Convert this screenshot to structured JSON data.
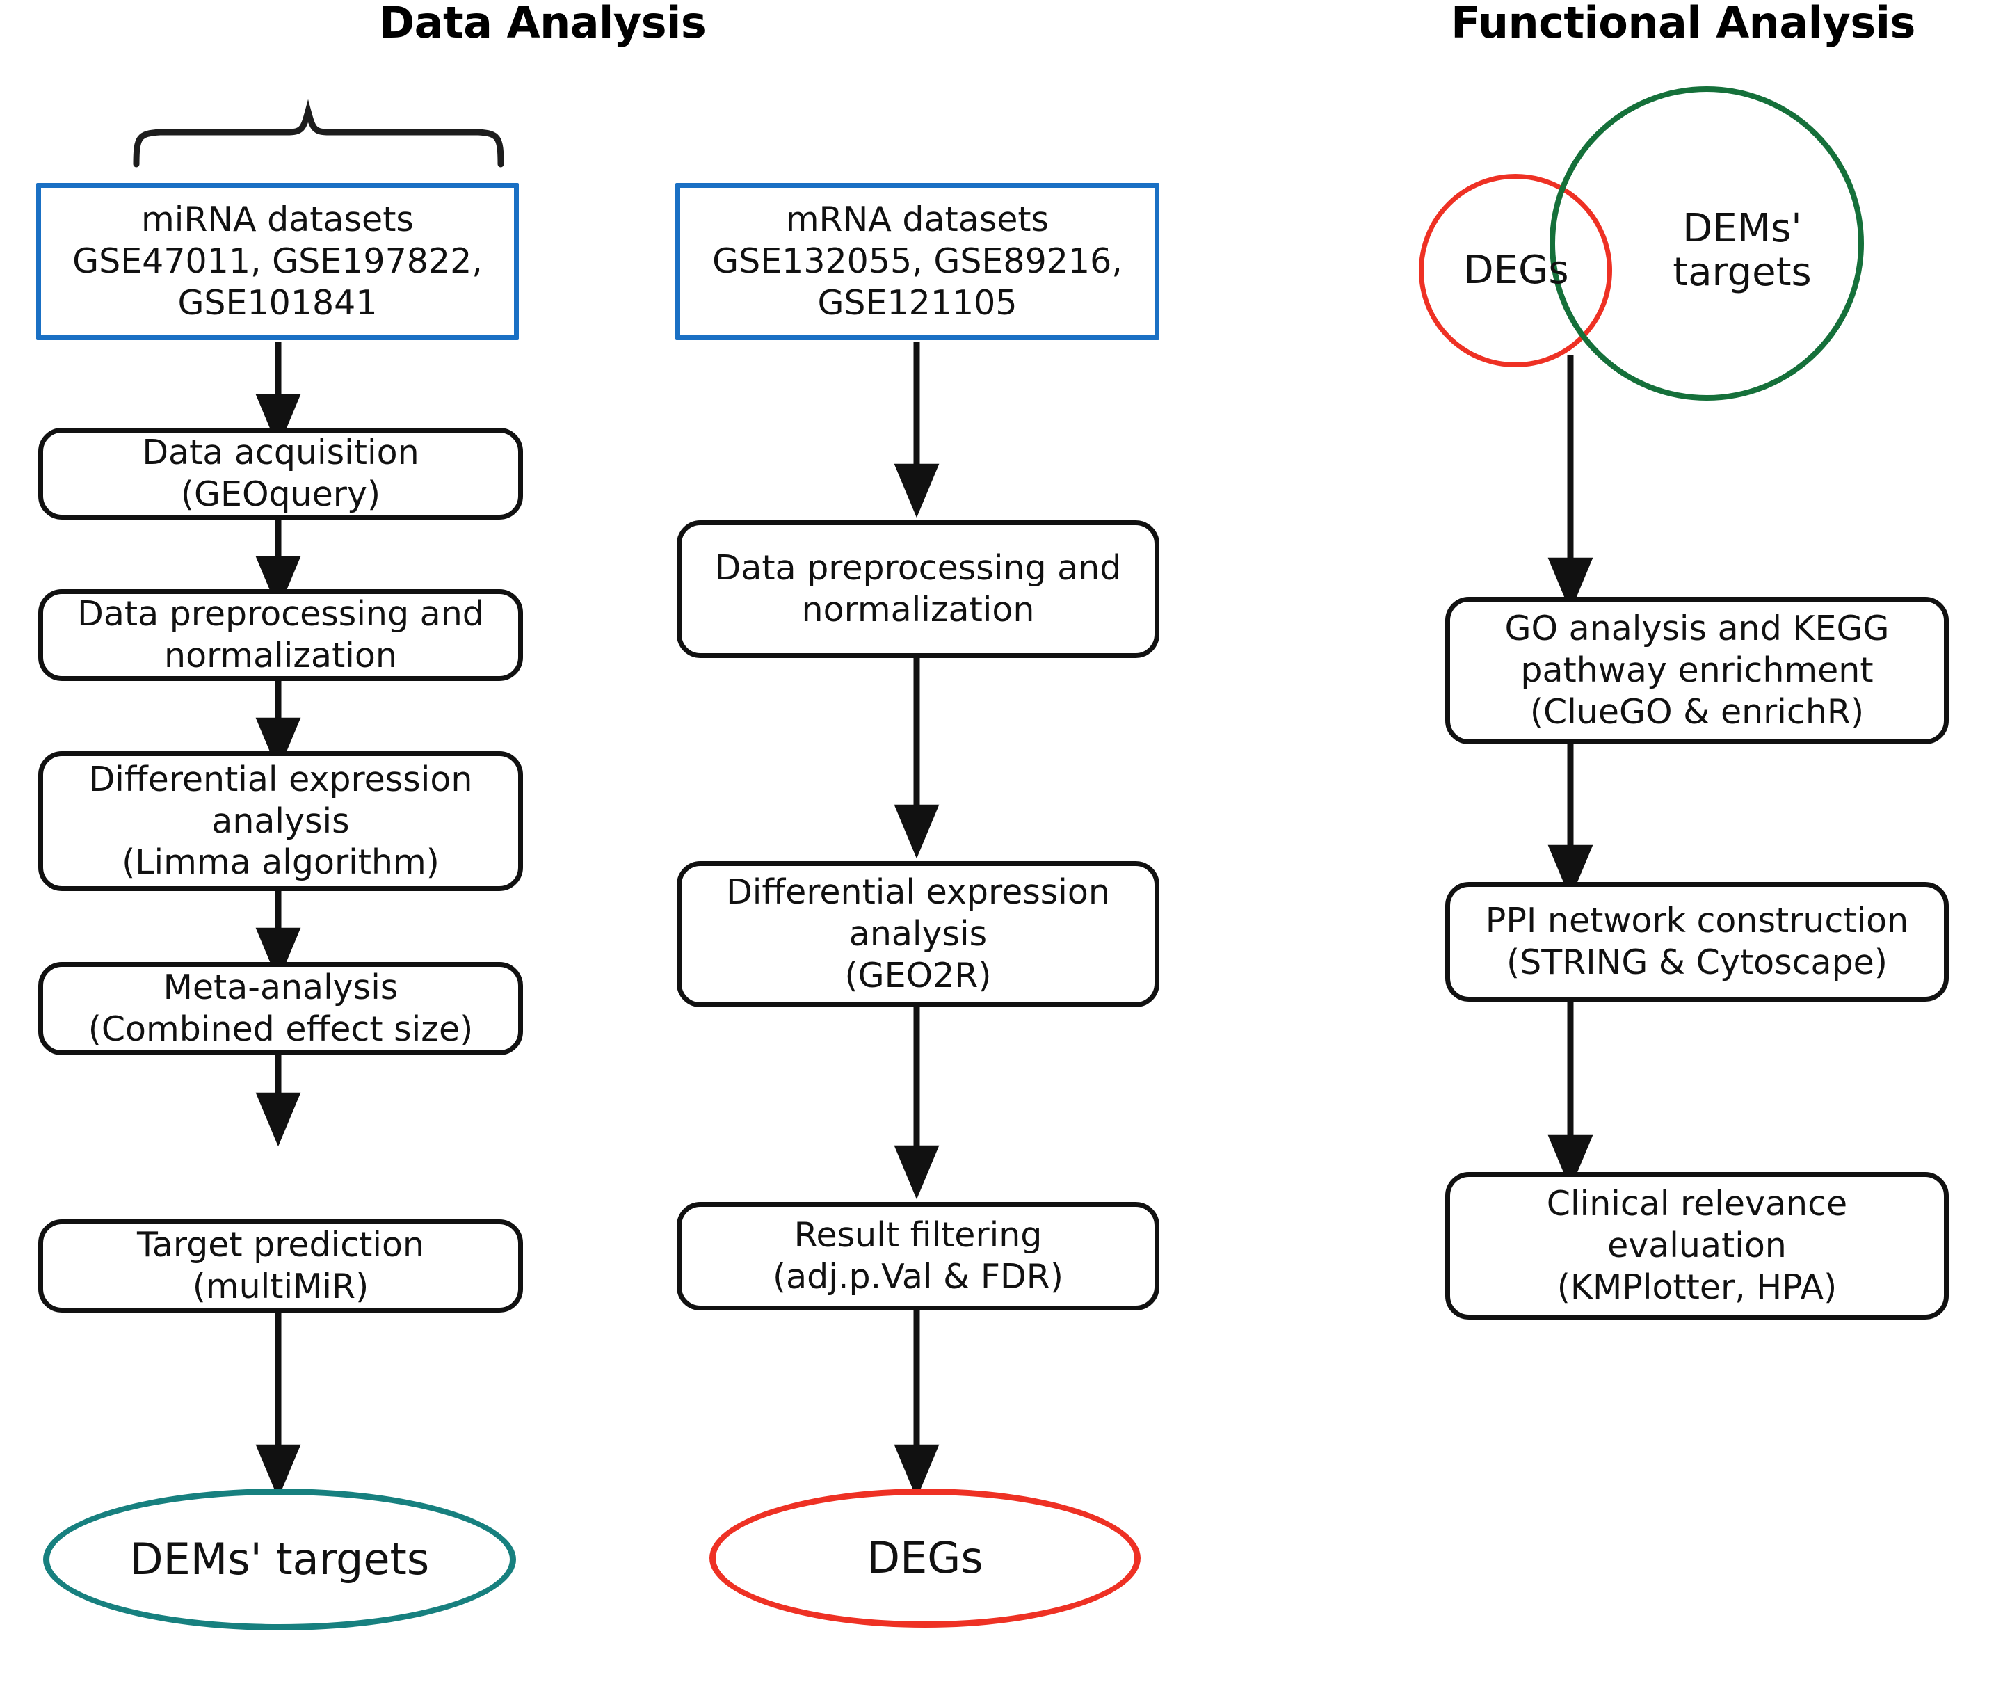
{
  "figure": {
    "type": "workflow-flowchart",
    "background": "#ffffff"
  },
  "colors": {
    "dataset_box_border": "#1a70c4",
    "process_box_border": "#111111",
    "dems_ellipse": "#17807f",
    "degs_ellipse": "#ee3124",
    "venn_degs_circle": "#ee3124",
    "venn_dems_circle": "#15703a",
    "arrow": "#111111",
    "text": "#111111"
  },
  "titles": {
    "data_analysis": "Data Analysis",
    "functional_analysis": "Functional Analysis"
  },
  "columns": {
    "mirna": {
      "dataset_box": "miRNA datasets\nGSE47011, GSE197822,\nGSE101841",
      "steps": [
        "Data acquisition\n(GEOquery)",
        "Data preprocessing and\nnormalization",
        "Differential expression\nanalysis\n(Limma algorithm)",
        "Meta-analysis\n(Combined effect size)",
        "Target prediction\n(multiMiR)"
      ],
      "outcome": "DEMs' targets"
    },
    "mrna": {
      "dataset_box": "mRNA datasets\nGSE132055, GSE89216,\nGSE121105",
      "steps": [
        "Data preprocessing and\nnormalization",
        "Differential expression\nanalysis\n(GEO2R)",
        "Result filtering\n(adj.p.Val & FDR)"
      ],
      "outcome": "DEGs"
    },
    "functional": {
      "venn": {
        "left_label": "DEGs",
        "right_label": "DEMs'\ntargets"
      },
      "steps": [
        "GO analysis and KEGG\npathway enrichment\n(ClueGO & enrichR)",
        "PPI network construction\n(STRING & Cytoscape)",
        "Clinical relevance\nevaluation\n(KMPlotter, HPA)"
      ]
    }
  }
}
